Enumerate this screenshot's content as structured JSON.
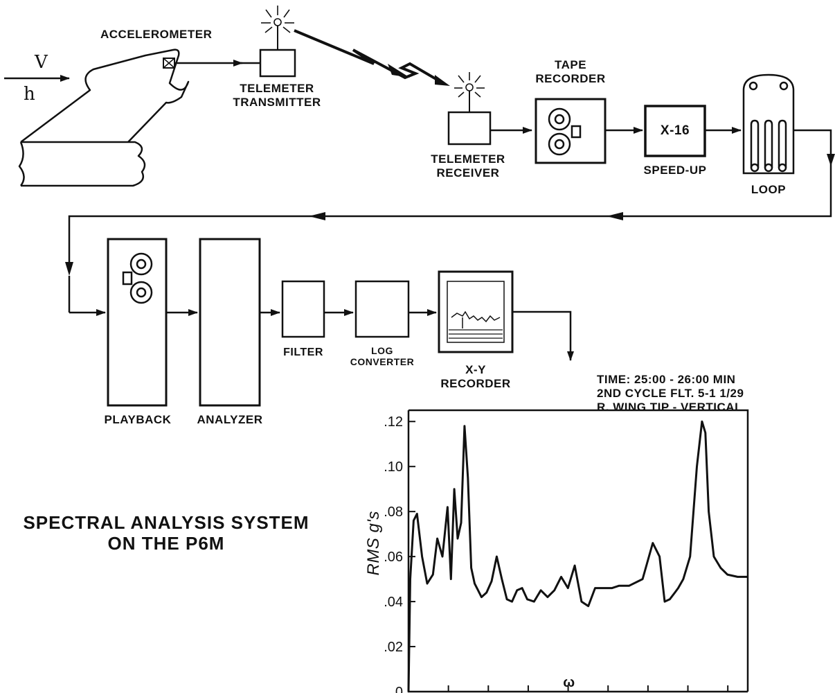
{
  "flight": {
    "velocity": "V",
    "altitude": "h"
  },
  "components": {
    "accelerometer": "ACCELEROMETER",
    "telemeter_transmitter": "TELEMETER\nTRANSMITTER",
    "telemeter_receiver": "TELEMETER\nRECEIVER",
    "tape_recorder": "TAPE\nRECORDER",
    "speed_up_box": "X-16",
    "speed_up": "SPEED-UP",
    "loop": "LOOP",
    "playback": "PLAYBACK",
    "analyzer": "ANALYZER",
    "filter": "FILTER",
    "log_converter": "LOG\nCONVERTER",
    "xy_recorder": "X-Y\nRECORDER"
  },
  "title": "SPECTRAL ANALYSIS SYSTEM\nON THE P6M",
  "test_info": {
    "time": "TIME: 25:00 - 26:00 MIN",
    "cycle": "2ND CYCLE FLT. 5-1 1/29",
    "location": "R. WING TIP - VERTICAL"
  },
  "chart_data": {
    "type": "line",
    "title": "",
    "xlabel": "ω",
    "ylabel": "RMS g's",
    "ylim": [
      0,
      0.125
    ],
    "xlim": [
      0,
      100
    ],
    "y_ticks": [
      ".12",
      ".10",
      ".08",
      ".06",
      ".04",
      ".02",
      "0"
    ],
    "y_tick_values": [
      0.12,
      0.1,
      0.08,
      0.06,
      0.04,
      0.02,
      0
    ],
    "x_tick_count": 8,
    "grid": false,
    "series": [
      {
        "x": [
          0,
          0.5,
          1.5,
          2.5,
          4,
          5.5,
          7.2,
          8.5,
          10,
          11.5,
          12.5,
          13.5,
          14.5,
          15.5,
          16.5,
          17.5,
          18.5,
          19.5,
          20.5,
          21.5,
          23,
          24.5,
          26,
          27.5,
          29,
          30.5,
          32,
          33.5,
          35,
          37,
          39,
          41,
          43,
          45,
          47,
          49,
          51,
          53,
          55,
          56.5,
          57.5,
          58.5,
          60,
          62,
          65,
          69,
          72,
          74,
          75.5,
          77,
          78.5,
          79.5,
          81,
          83,
          85,
          86.5,
          87.5,
          88.5,
          90,
          92,
          94,
          97,
          100
        ],
        "y": [
          0,
          0.05,
          0.076,
          0.079,
          0.06,
          0.048,
          0.052,
          0.068,
          0.06,
          0.082,
          0.05,
          0.09,
          0.068,
          0.075,
          0.118,
          0.095,
          0.055,
          0.048,
          0.045,
          0.042,
          0.044,
          0.049,
          0.06,
          0.05,
          0.041,
          0.04,
          0.045,
          0.046,
          0.041,
          0.04,
          0.045,
          0.042,
          0.045,
          0.051,
          0.046,
          0.056,
          0.04,
          0.038,
          0.046,
          0.046,
          0.046,
          0.046,
          0.046,
          0.047,
          0.047,
          0.05,
          0.066,
          0.06,
          0.04,
          0.041,
          0.044,
          0.046,
          0.05,
          0.06,
          0.1,
          0.12,
          0.115,
          0.08,
          0.06,
          0.055,
          0.052,
          0.051,
          0.051
        ]
      }
    ]
  }
}
